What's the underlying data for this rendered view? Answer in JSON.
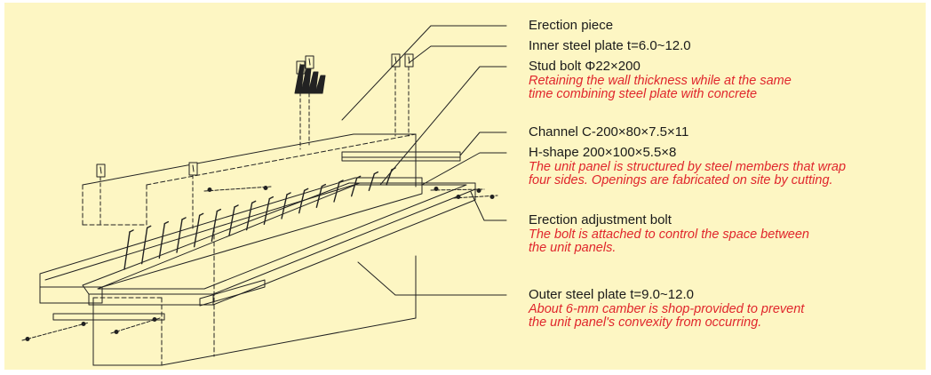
{
  "colors": {
    "background": "#fdf6c3",
    "line": "#222222",
    "note": "#e0262c"
  },
  "callouts": [
    {
      "label": "Erection piece",
      "note": ""
    },
    {
      "label": "Inner steel plate t=6.0~12.0",
      "note": ""
    },
    {
      "label": "Stud bolt Φ22×200",
      "note": "Retaining the wall thickness while at the same\ntime combining steel plate with concrete"
    },
    {
      "label": "Channel C-200×80×7.5×11",
      "note": ""
    },
    {
      "label": "H-shape 200×100×5.5×8",
      "note": "The unit panel is structured by steel members that wrap\nfour sides. Openings are fabricated on site by cutting."
    },
    {
      "label": "Erection adjustment bolt",
      "note": "The bolt is attached to control the space between\nthe unit panels."
    },
    {
      "label": "Outer steel plate t=9.0~12.0",
      "note": "About 6-mm camber is shop-provided to prevent\nthe unit panel's convexity from occurring."
    }
  ]
}
